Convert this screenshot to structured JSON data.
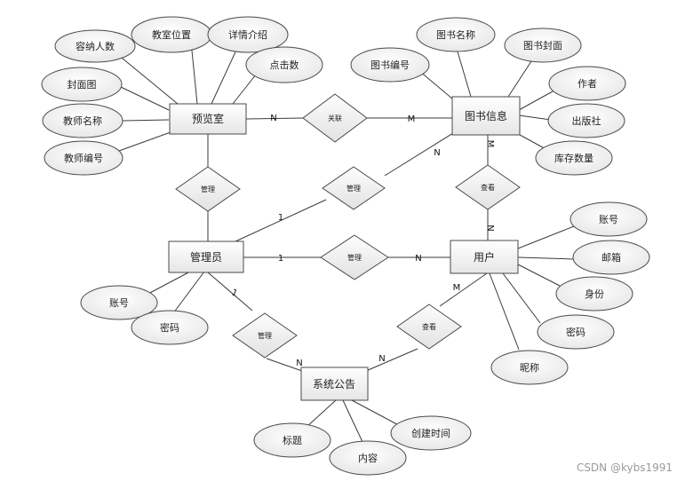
{
  "entities": {
    "preview_room": "预览室",
    "book_info": "图书信息",
    "admin": "管理员",
    "user": "用户",
    "announcement": "系统公告"
  },
  "attributes": {
    "preview_room": [
      "容纳人数",
      "教室位置",
      "详情介绍",
      "点击数",
      "封面图",
      "教师名称",
      "教师编号"
    ],
    "book_info": [
      "图书名称",
      "图书封面",
      "图书编号",
      "作者",
      "出版社",
      "库存数量"
    ],
    "admin": [
      "账号",
      "密码"
    ],
    "user": [
      "账号",
      "邮箱",
      "身份",
      "密码",
      "昵称"
    ],
    "announcement": [
      "标题",
      "内容",
      "创建时间"
    ]
  },
  "relationships": {
    "link": "关联",
    "manage_room": "管理",
    "manage_book": "管理",
    "view_book": "查看",
    "manage_user": "管理",
    "manage_notice": "管理",
    "view_notice": "查看"
  },
  "cardinalities": {
    "room_link": "N",
    "link_book": "M",
    "book_admin_n": "N",
    "admin_book_1": "1",
    "book_view_m": "M",
    "view_user_n": "N",
    "admin_user_1": "1",
    "user_n": "N",
    "admin_notice_1": "1",
    "notice_admin_n": "N",
    "notice_user_n": "N",
    "user_notice_m": "M"
  },
  "watermark": "CSDN @kybs1991"
}
